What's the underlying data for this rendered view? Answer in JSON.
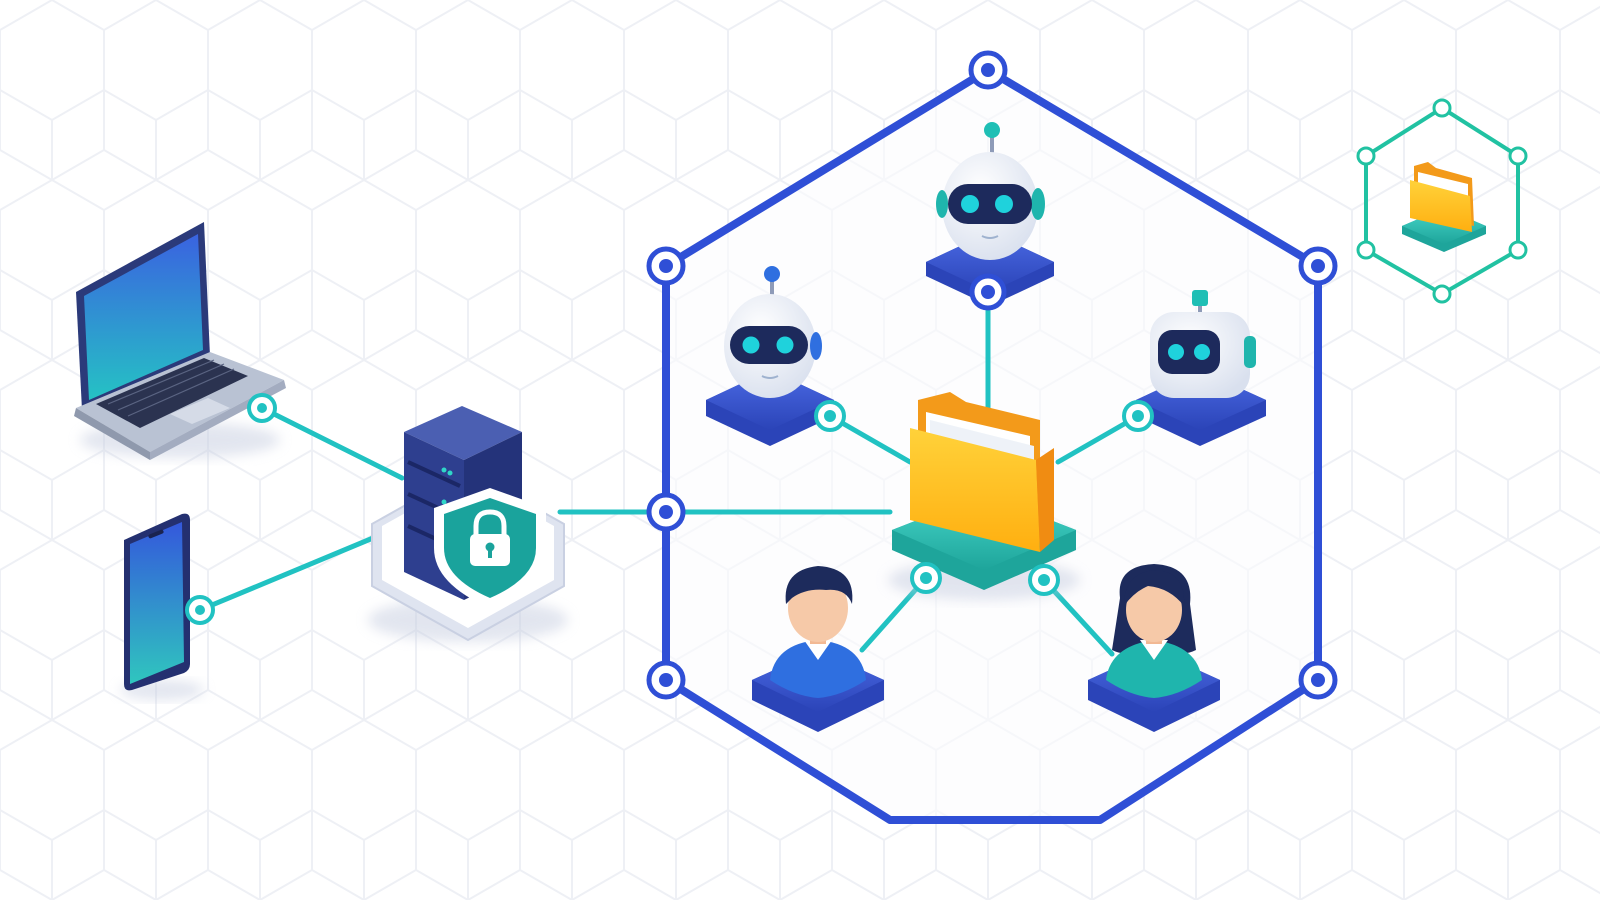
{
  "colors": {
    "background": "#ffffff",
    "hex_grid": "#eef0f5",
    "workspace_border": "#2f4fd6",
    "connector": "#21c2c2",
    "node_ring": "#2f4fd6",
    "platform_blue": "#3453c9",
    "platform_teal": "#2ab3a8",
    "folder_yellow": "#ffc21f",
    "folder_orange": "#f39a1a",
    "shield_teal": "#1aa39c",
    "server_navy": "#2e3f8f",
    "robot_eye": "#1fd2dc",
    "skin": "#f6c9a8",
    "hair": "#1d2b5c"
  },
  "nodes": [
    {
      "name": "laptop-icon",
      "kind": "device"
    },
    {
      "name": "smartphone-icon",
      "kind": "device"
    },
    {
      "name": "secure-server-icon",
      "kind": "gateway"
    },
    {
      "name": "shared-folder-icon",
      "kind": "hub"
    },
    {
      "name": "robot-agent-icon",
      "kind": "agent",
      "count": 3
    },
    {
      "name": "person-icon",
      "kind": "user",
      "count": 2
    },
    {
      "name": "external-folder-icon",
      "kind": "external-resource"
    }
  ],
  "edges": [
    [
      "laptop-icon",
      "secure-server-icon"
    ],
    [
      "smartphone-icon",
      "secure-server-icon"
    ],
    [
      "secure-server-icon",
      "shared-folder-icon"
    ],
    [
      "shared-folder-icon",
      "robot-agent-icon-top"
    ],
    [
      "shared-folder-icon",
      "robot-agent-icon-left"
    ],
    [
      "shared-folder-icon",
      "robot-agent-icon-right"
    ],
    [
      "shared-folder-icon",
      "person-icon-male"
    ],
    [
      "shared-folder-icon",
      "person-icon-female"
    ]
  ]
}
